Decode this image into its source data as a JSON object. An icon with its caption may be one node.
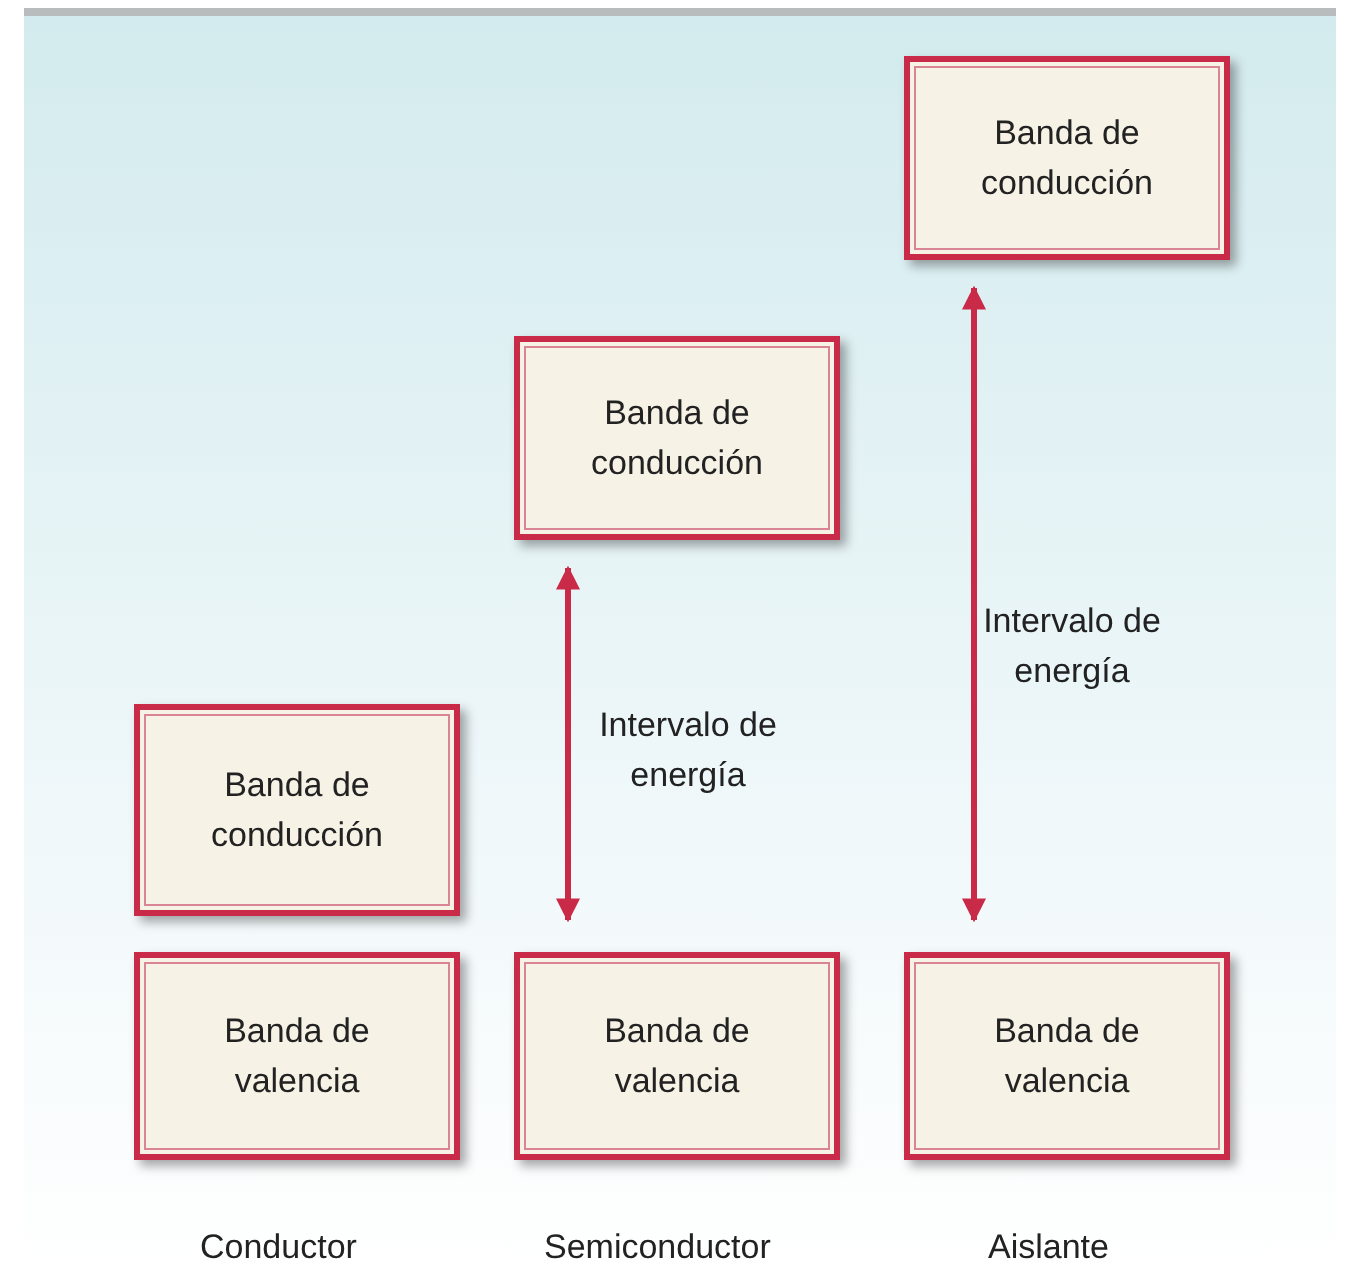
{
  "diagram": {
    "nodes": [
      {
        "text": [
          "Banda de conducción"
        ]
      },
      {
        "text": [
          "Banda de valencia"
        ]
      },
      {
        "text": [
          "Banda de conducción"
        ]
      },
      {
        "text": [
          "Banda de valencia"
        ]
      },
      {
        "text": [
          "Banda de conducción"
        ]
      },
      {
        "text": [
          "Banda de valencia"
        ]
      }
    ],
    "edges": [
      {
        "from": 2,
        "to": 3,
        "arrow": "both",
        "label": "Intervalo de energía"
      },
      {
        "from": 4,
        "to": 5,
        "arrow": "both",
        "label": "Intervalo de energía"
      }
    ],
    "labels": [
      "Conductor",
      "Semiconductor",
      "Aislante"
    ]
  }
}
